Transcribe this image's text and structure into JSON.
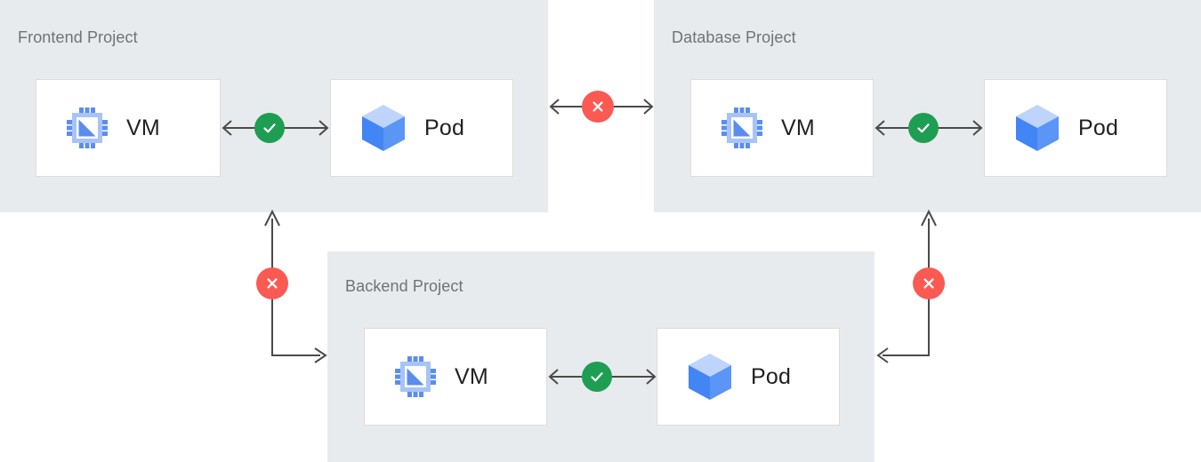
{
  "diagram": {
    "title_text_color": "#6e7377",
    "panel_color": "#e8ebed",
    "card_color": "#ffffff",
    "card_border_color": "#dcdcdc",
    "allowed_color": "#1e9e53",
    "blocked_color": "#fa5a52",
    "connector_color": "#4a4a4a",
    "vm_icon_color": "#5b8def",
    "pod_icon_color": "#4285f4"
  },
  "panels": [
    {
      "id": "frontend",
      "title": "Frontend Project",
      "resources": [
        {
          "id": "vm",
          "label": "VM",
          "icon": "vm-cpu-icon"
        },
        {
          "id": "pod",
          "label": "Pod",
          "icon": "pod-cube-icon"
        }
      ],
      "internal_link": {
        "status": "allowed",
        "icon": "check-icon"
      }
    },
    {
      "id": "database",
      "title": "Database Project",
      "resources": [
        {
          "id": "vm",
          "label": "VM",
          "icon": "vm-cpu-icon"
        },
        {
          "id": "pod",
          "label": "Pod",
          "icon": "pod-cube-icon"
        }
      ],
      "internal_link": {
        "status": "allowed",
        "icon": "check-icon"
      }
    },
    {
      "id": "backend",
      "title": "Backend Project",
      "resources": [
        {
          "id": "vm",
          "label": "VM",
          "icon": "vm-cpu-icon"
        },
        {
          "id": "pod",
          "label": "Pod",
          "icon": "pod-cube-icon"
        }
      ],
      "internal_link": {
        "status": "allowed",
        "icon": "check-icon"
      }
    }
  ],
  "cross_project_links": [
    {
      "id": "frontend-database",
      "status": "blocked",
      "icon": "cross-icon",
      "direction": "bidirectional"
    },
    {
      "id": "frontend-backend",
      "status": "blocked",
      "icon": "cross-icon",
      "direction": "bidirectional"
    },
    {
      "id": "database-backend",
      "status": "blocked",
      "icon": "cross-icon",
      "direction": "bidirectional"
    }
  ]
}
